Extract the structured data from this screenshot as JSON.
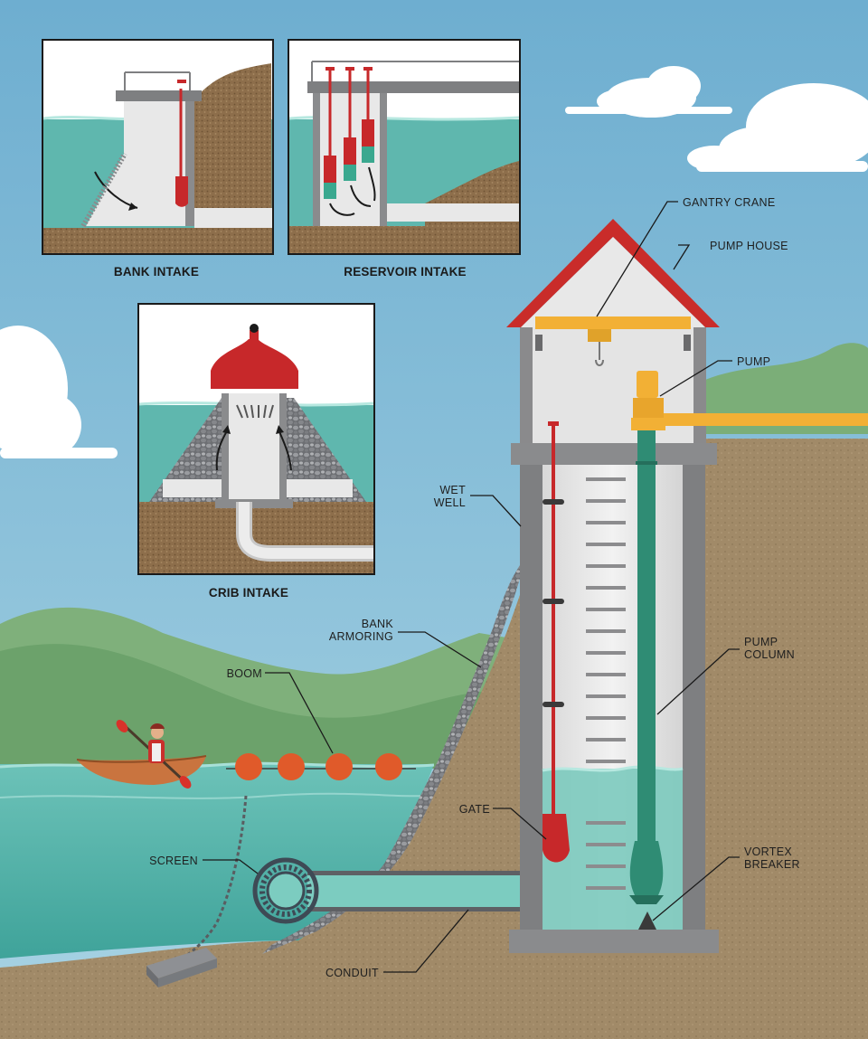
{
  "colors": {
    "sky": "#7fb8d6",
    "water": "#5fb7ae",
    "soil": "#a48d6c",
    "pipe_teal": "#2f8c74",
    "gate_red": "#c7282a",
    "boom_orange": "#e05a2a",
    "crane_yellow": "#f2b035",
    "concrete": "#7e7e80"
  },
  "insets": {
    "bank_intake": "BANK INTAKE",
    "reservoir_intake": "RESERVOIR INTAKE",
    "crib_intake": "CRIB INTAKE"
  },
  "labels": {
    "gantry_crane": "GANTRY CRANE",
    "pump_house": "PUMP HOUSE",
    "pump": "PUMP",
    "wet_well_1": "WET",
    "wet_well_2": "WELL",
    "bank_armoring_1": "BANK",
    "bank_armoring_2": "ARMORING",
    "boom": "BOOM",
    "pump_column_1": "PUMP",
    "pump_column_2": "COLUMN",
    "gate": "GATE",
    "screen": "SCREEN",
    "vortex_breaker_1": "VORTEX",
    "vortex_breaker_2": "BREAKER",
    "conduit": "CONDUIT"
  },
  "icons": [
    "cloud-icon",
    "kayak-icon",
    "paddler-icon",
    "anchor-weight-icon"
  ]
}
